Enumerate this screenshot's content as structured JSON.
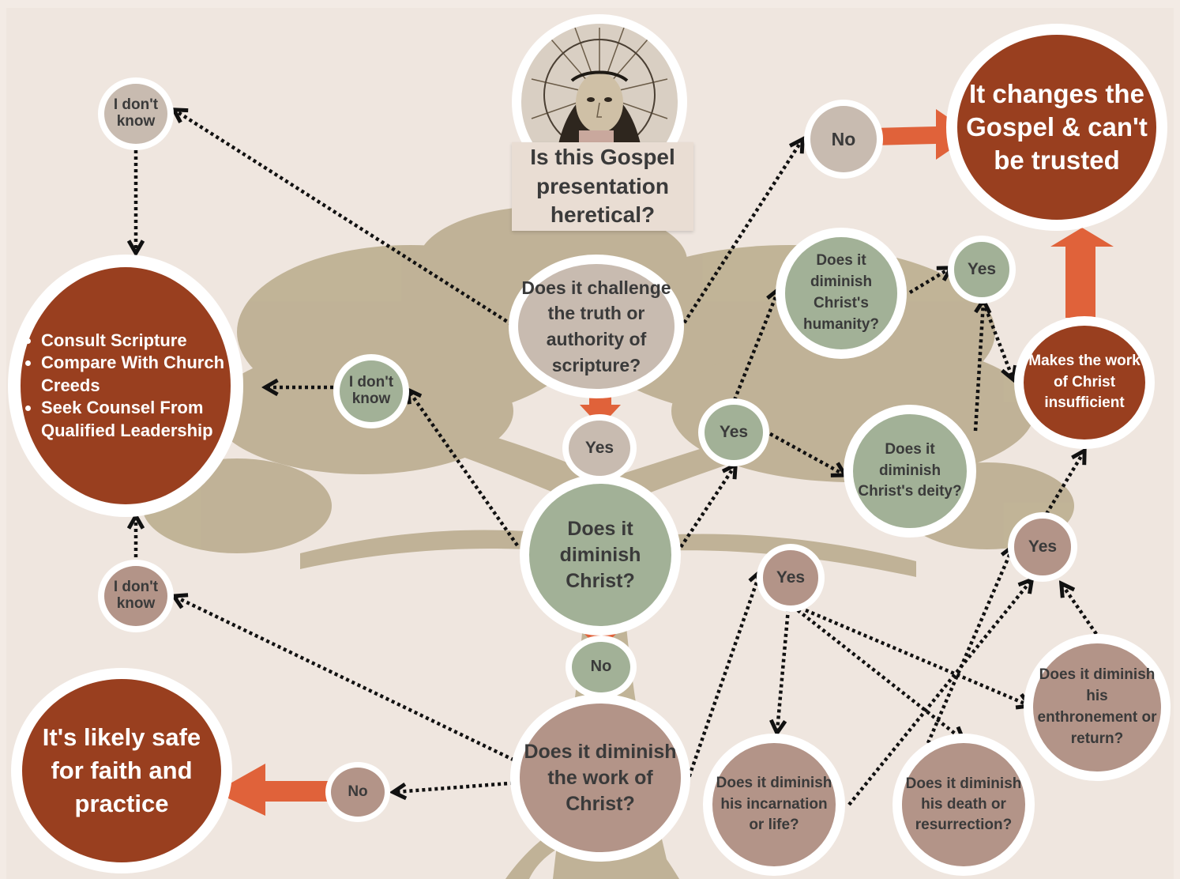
{
  "title": "Is this Gospel presentation heretical?",
  "portrait": {
    "icon": "jesus-crown-of-thorns-portrait"
  },
  "colors": {
    "background": "#efe6df",
    "rust": "#993f1f",
    "sage": "#a2b197",
    "taupe": "#c8bbb0",
    "mauve": "#b39488",
    "arrow": "#e0623a",
    "tree": "#b8aa8b"
  },
  "nodes": {
    "q_scripture": "Does it challenge the truth or authority of scripture?",
    "q_diminish_christ": "Does it diminish Christ?",
    "q_work_of_christ": "Does it diminish the work of Christ?",
    "q_humanity": "Does it diminish Christ's humanity?",
    "q_deity": "Does it diminish Christ's deity?",
    "q_incarnation": "Does it diminish his incarnation or life?",
    "q_death": "Does it diminish his death or resurrection?",
    "q_enthronement": "Does it diminish his enthronement or return?",
    "o_changes_gospel": "It changes the Gospel & can't be trusted",
    "o_makes_work_insufficient": "Makes the work of Christ insufficient",
    "o_likely_safe": "It's likely safe for faith and practice",
    "a_no_top": "No",
    "a_yes_scripture": "Yes",
    "a_no_center": "No",
    "a_no_bottom": "No",
    "a_yes_christ": "Yes",
    "a_yes_humanity": "Yes",
    "a_yes_work": "Yes",
    "a_yes_right": "Yes",
    "a_idk_top": "I don't know",
    "a_idk_mid": "I don't know",
    "a_idk_bottom": "I don't know"
  },
  "advice": [
    "Consult Scripture",
    "Compare With Church Creeds",
    "Seek Counsel From Qualified Leadership"
  ]
}
